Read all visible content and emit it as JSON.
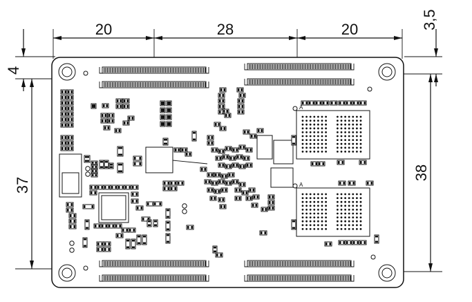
{
  "dimensions": {
    "top_left": "20",
    "top_middle": "28",
    "top_right": "20",
    "right_top_offset": "3,5",
    "left_top_offset": "4",
    "left_height": "37",
    "right_height": "38"
  },
  "markers": {
    "pin1_upper": "A",
    "pin1_lower": "A"
  }
}
